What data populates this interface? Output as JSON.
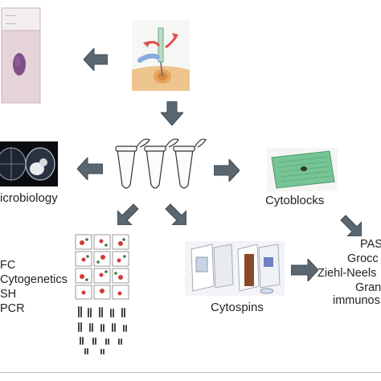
{
  "labels": {
    "microbiology": "icrobiology",
    "cytoblocks": "Cytoblocks",
    "cytospins": "Cytospins"
  },
  "left_list": [
    "FC",
    "Cytogenetics",
    "SH",
    "PCR"
  ],
  "right_list": [
    "PAS",
    "Grocc",
    "Ziehl-Neels",
    "Gran",
    "immunos"
  ],
  "colors": {
    "arrow_fill": "#5a6670",
    "arrow_stroke": "#3e4850",
    "slide": "#e7d3da",
    "stain": "#6b3a7a",
    "petri_bg": "#0b0c10",
    "cassette": "#77c495",
    "skin": "#eec48e",
    "cytospin_blue": "#3b4fb0",
    "cytospin_brown": "#8a4a2a"
  },
  "icons": [
    "slide-image",
    "fna-procedure-image",
    "tubes-image",
    "petri-dishes-image",
    "cassette-image",
    "flow-cytometry-image",
    "karyotype-image",
    "cytospin-image"
  ]
}
